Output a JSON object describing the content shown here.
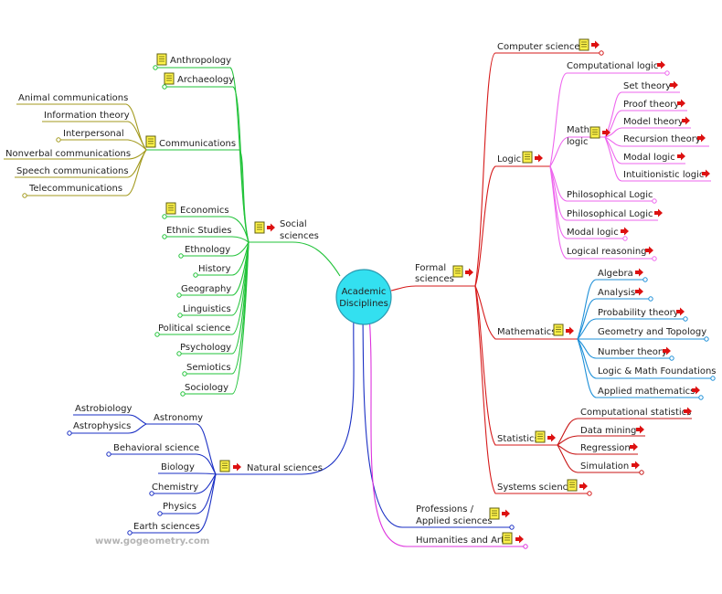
{
  "central": {
    "label_line1": "Academic",
    "label_line2": "Disciplines"
  },
  "watermark": "www.gogeometry.com",
  "colors": {
    "social": "#22c33a",
    "communications": "#a39a1e",
    "natural": "#1a2fc4",
    "formal": "#d61a1a",
    "logic": "#ee66ee",
    "mathematics": "#1e90d8",
    "statistics": "#c81414",
    "professions": "#1a2fc4",
    "humanities": "#dd33dd",
    "center_fill": "#33e0f0",
    "arrow": "#dd1111",
    "note_fill": "#fff34a",
    "note_border": "#5f5f10"
  },
  "social": {
    "label_line1": "Social",
    "label_line2": "sciences",
    "items": {
      "anthropology": "Anthropology",
      "archaeology": "Archaeology",
      "communications": "Communications",
      "economics": "Economics",
      "ethnic_studies": "Ethnic Studies",
      "ethnology": "Ethnology",
      "history": "History",
      "geography": "Geography",
      "linguistics": "Linguistics",
      "political_science": "Political science",
      "psychology": "Psychology",
      "semiotics": "Semiotics",
      "sociology": "Sociology"
    },
    "communications_children": {
      "animal": "Animal communications",
      "information": "Information theory",
      "interpersonal": "Interpersonal",
      "nonverbal": "Nonverbal communications",
      "speech": "Speech communications",
      "tele": "Telecommunications"
    }
  },
  "natural": {
    "label": "Natural sciences",
    "items": {
      "astronomy": "Astronomy",
      "behavioral": "Behavioral science",
      "biology": "Biology",
      "chemistry": "Chemistry",
      "physics": "Physics",
      "earth": "Earth sciences"
    },
    "astronomy_children": {
      "astrobiology": "Astrobiology",
      "astrophysics": "Astrophysics"
    }
  },
  "formal": {
    "label_line1": "Formal",
    "label_line2": "sciences",
    "computer": "Computer sciences",
    "logic": {
      "label": "Logic",
      "computational": "Computational logic",
      "math_line1": "Math",
      "math_line2": "logic",
      "math_children": {
        "set": "Set theory",
        "proof": "Proof theory",
        "model": "Model theory",
        "recursion": "Recursion theory",
        "modal": "Modal logic",
        "intuitionistic": "Intuitionistic logic"
      },
      "philosophical1": "Philosophical Logic",
      "philosophical2": "Philosophical Logic",
      "modal": "Modal logic",
      "reasoning": "Logical reasoning"
    },
    "mathematics": {
      "label": "Mathematics",
      "algebra": "Algebra",
      "analysis": "Analysis",
      "probability": "Probability theory",
      "geometry": "Geometry and Topology",
      "number": "Number theory",
      "foundations": "Logic & Math Foundations",
      "applied": "Applied mathematics"
    },
    "statistics": {
      "label": "Statistics",
      "computational": "Computational statistics",
      "mining": "Data mining",
      "regression": "Regression",
      "simulation": "Simulation"
    },
    "systems": "Systems science"
  },
  "professions": {
    "label_line1": "Professions /",
    "label_line2": "Applied sciences"
  },
  "humanities": {
    "label": "Humanities and Arts"
  }
}
